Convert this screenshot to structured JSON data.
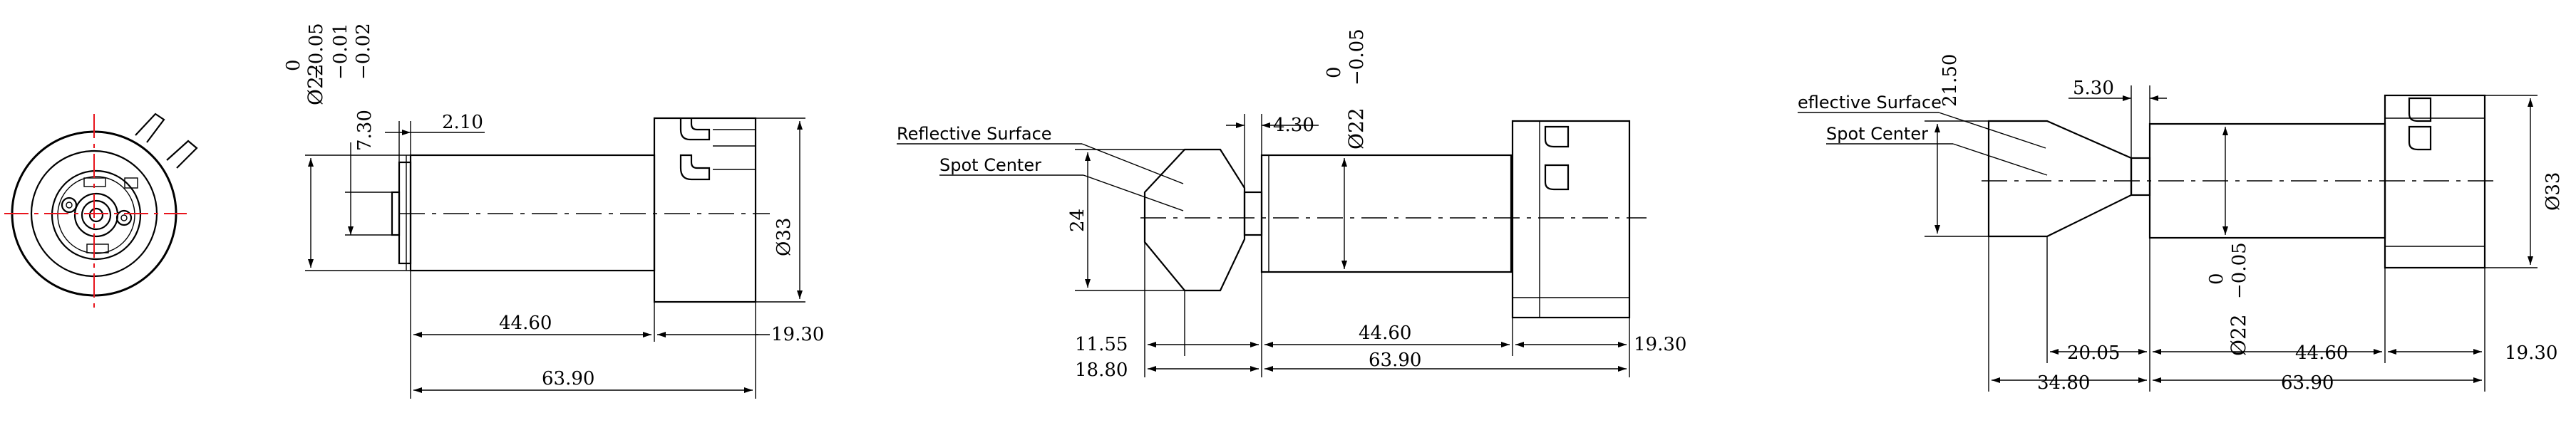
{
  "colors": {
    "line": "#000000",
    "centerline_red": "#e8141c",
    "background": "#ffffff"
  },
  "view2": {
    "dia22_sym": "Ø22",
    "tol_upper": "0",
    "tol_mid": "−0.05",
    "tol_a": "−0.01",
    "tol_b": "−0.02",
    "dim_7_30": "7.30",
    "dim_2_10": "2.10",
    "dim_33": "Ø33",
    "dim_44_60": "44.60",
    "dim_19_30": "19.30",
    "dim_63_90": "63.90"
  },
  "view3": {
    "label_reflective": "Reflective Surface",
    "label_spot": "Spot Center",
    "dim_4_30": "4.30",
    "dia22": "Ø22",
    "tol_upper": "0",
    "tol_lower": "−0.05",
    "dim_24": "24",
    "dim_11_55": "11.55",
    "dim_18_80": "18.80",
    "dim_44_60": "44.60",
    "dim_63_90": "63.90",
    "dim_19_30": "19.30"
  },
  "view4": {
    "label_reflective": "eflective Surface",
    "label_spot": "Spot Center",
    "dim_21_50": "21.50",
    "dim_5_30": "5.30",
    "dim_33": "Ø33",
    "dia22": "Ø22",
    "tol_upper": "0",
    "tol_lower": "−0.05",
    "dim_20_05": "20.05",
    "dim_34_80": "34.80",
    "dim_44_60": "44.60",
    "dim_63_90": "63.90",
    "dim_19_30": "19.30"
  }
}
